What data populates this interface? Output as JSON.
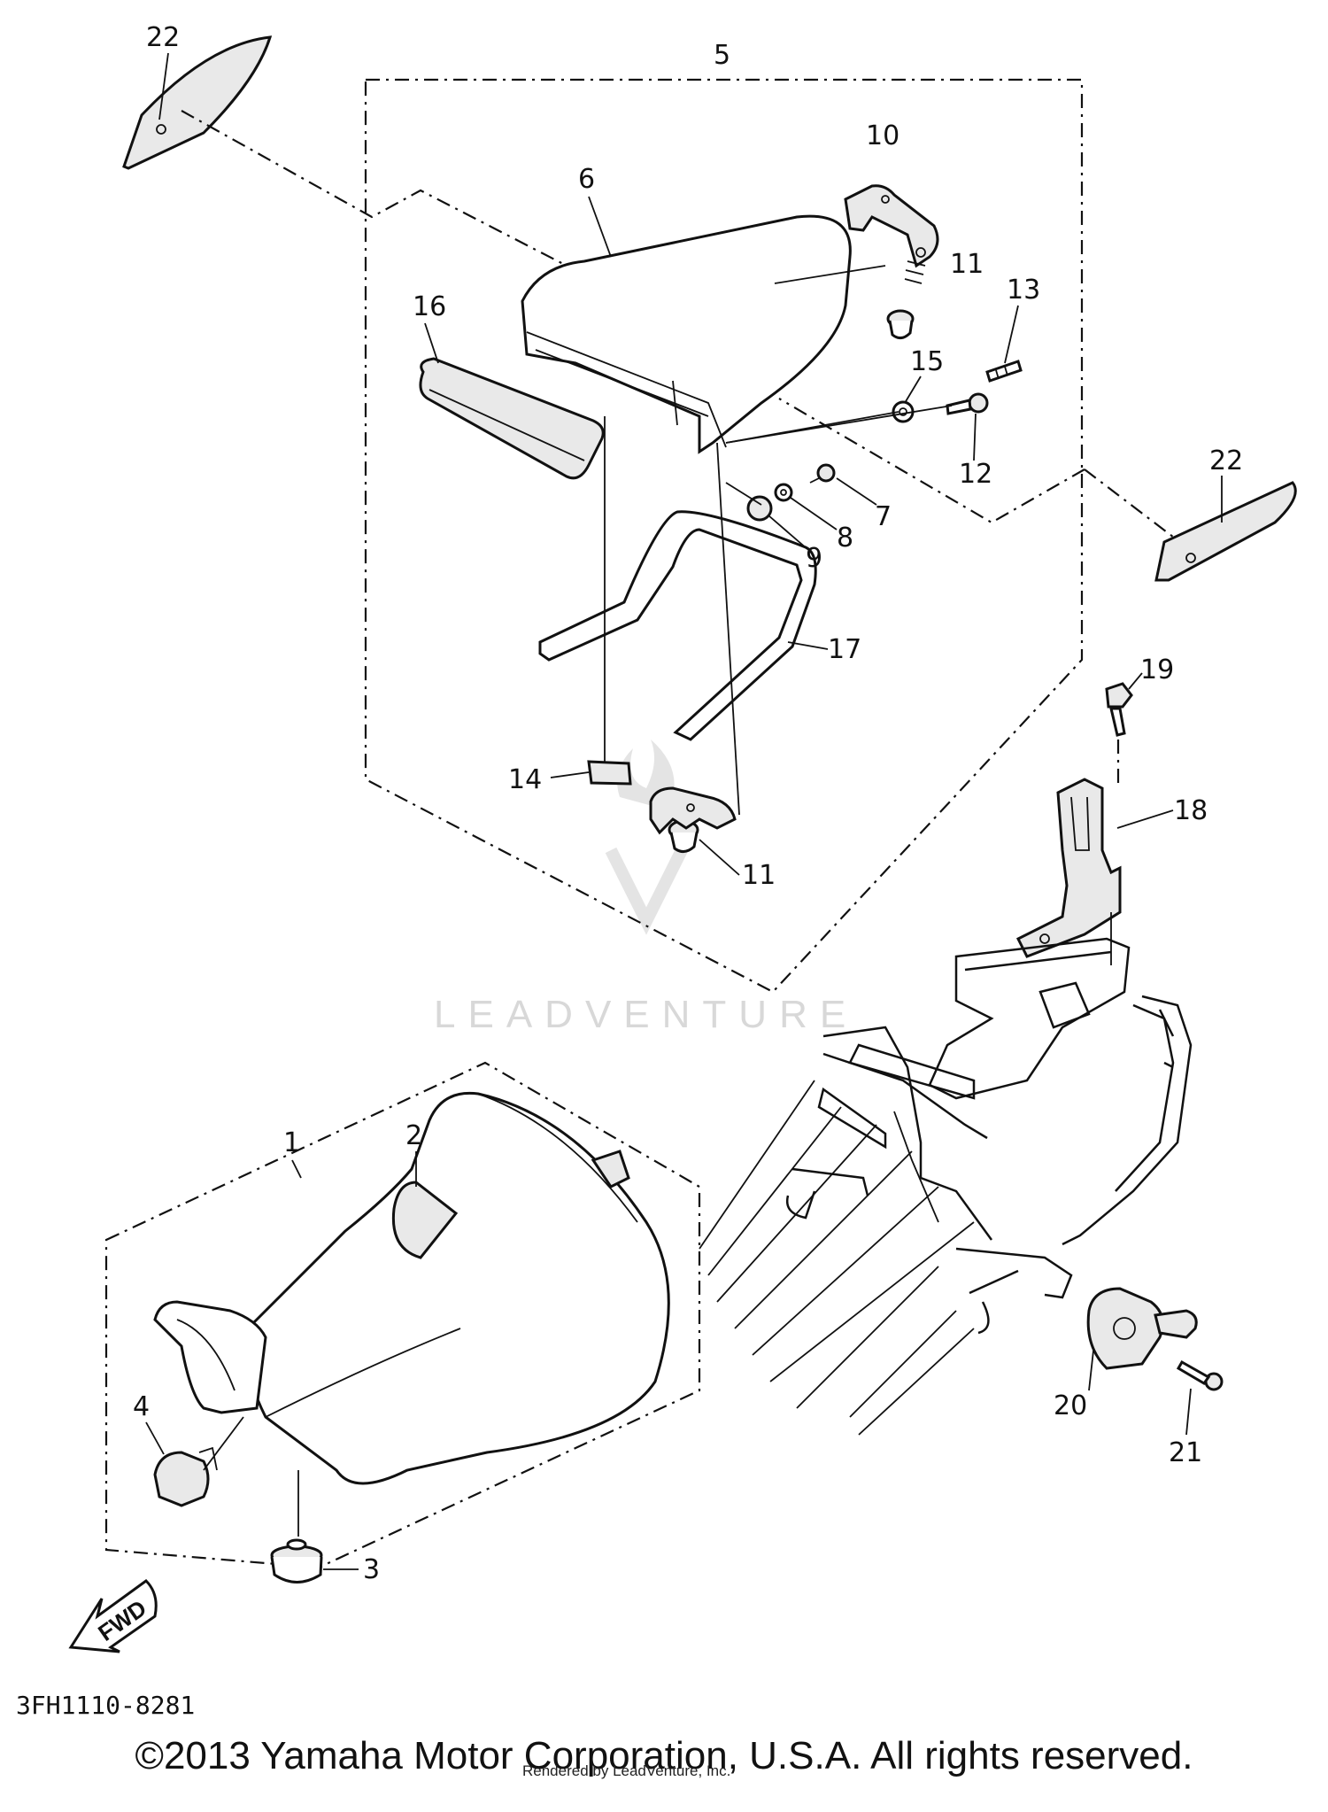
{
  "diagram": {
    "callouts": [
      "1",
      "2",
      "3",
      "4",
      "5",
      "6",
      "7",
      "8",
      "9",
      "10",
      "11",
      "11",
      "12",
      "13",
      "14",
      "15",
      "16",
      "17",
      "18",
      "19",
      "20",
      "21",
      "22",
      "22"
    ],
    "fwd_label": "FWD",
    "drawing_code": "3FH1110-8281",
    "watermark": "LEADVENTURE"
  },
  "footer": {
    "copyright": "©2013 Yamaha Motor Corporation, U.S.A. All rights reserved.",
    "credit": "Rendered by LeadVenture, Inc."
  }
}
